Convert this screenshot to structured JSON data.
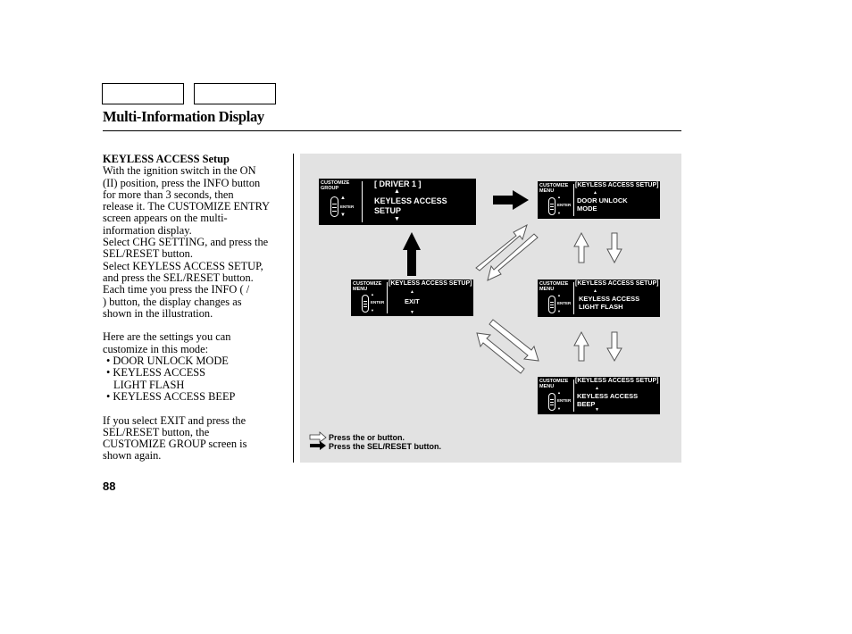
{
  "page": {
    "title": "Multi-Information Display",
    "page_number": "88"
  },
  "text": {
    "heading": "KEYLESS ACCESS Setup",
    "lines_1": [
      "With the ignition switch in the ON",
      "(II) position, press the INFO button",
      "for more than 3 seconds, then",
      "release it. The CUSTOMIZE ENTRY",
      "screen appears on the multi-",
      "information display.",
      "Select CHG SETTING, and press the",
      "SEL/RESET button.",
      "Select KEYLESS ACCESS SETUP,",
      "and press the SEL/RESET button.",
      "Each time you press the INFO (     /",
      "     ) button, the display changes as",
      "shown in the illustration."
    ],
    "intro_2": [
      "Here are the settings you can",
      "customize in this mode:"
    ],
    "bullets": [
      "• DOOR UNLOCK MODE",
      "• KEYLESS ACCESS",
      "LIGHT FLASH",
      "• KEYLESS ACCESS BEEP"
    ],
    "lines_3": [
      "If you select EXIT and press the",
      "SEL/RESET button, the",
      "CUSTOMIZE GROUP screen is",
      "shown again."
    ]
  },
  "diagram": {
    "screens": {
      "group": {
        "side": [
          "CUSTOMIZE",
          "GROUP"
        ],
        "header": "[ DRIVER 1 ]",
        "main": [
          "KEYLESS ACCESS",
          "SETUP"
        ],
        "enter": "ENTER"
      },
      "exit": {
        "side": [
          "CUSTOMIZE",
          "MENU"
        ],
        "header": "[KEYLESS ACCESS SETUP]",
        "main": [
          "EXIT"
        ],
        "enter": "ENTER"
      },
      "door": {
        "side": [
          "CUSTOMIZE",
          "MENU"
        ],
        "header": "[KEYLESS ACCESS SETUP]",
        "main": [
          "DOOR UNLOCK",
          "MODE"
        ],
        "enter": "ENTER"
      },
      "light": {
        "side": [
          "CUSTOMIZE",
          "MENU"
        ],
        "header": "[KEYLESS ACCESS SETUP]",
        "main": [
          "KEYLESS ACCESS",
          "LIGHT FLASH"
        ],
        "enter": "ENTER"
      },
      "beep": {
        "side": [
          "CUSTOMIZE",
          "MENU"
        ],
        "header": "[KEYLESS ACCESS SETUP]",
        "main": [
          "KEYLESS ACCESS",
          "BEEP"
        ],
        "enter": "ENTER"
      }
    },
    "legend": {
      "info_press": "Press the       or       button.",
      "sel_press": "Press the SEL/RESET button."
    },
    "colors": {
      "panel": "#e2e2e2",
      "screen": "#000000",
      "screen_text": "#ffffff",
      "outline_arrow": "#ffffff",
      "solid_arrow": "#000000"
    }
  }
}
